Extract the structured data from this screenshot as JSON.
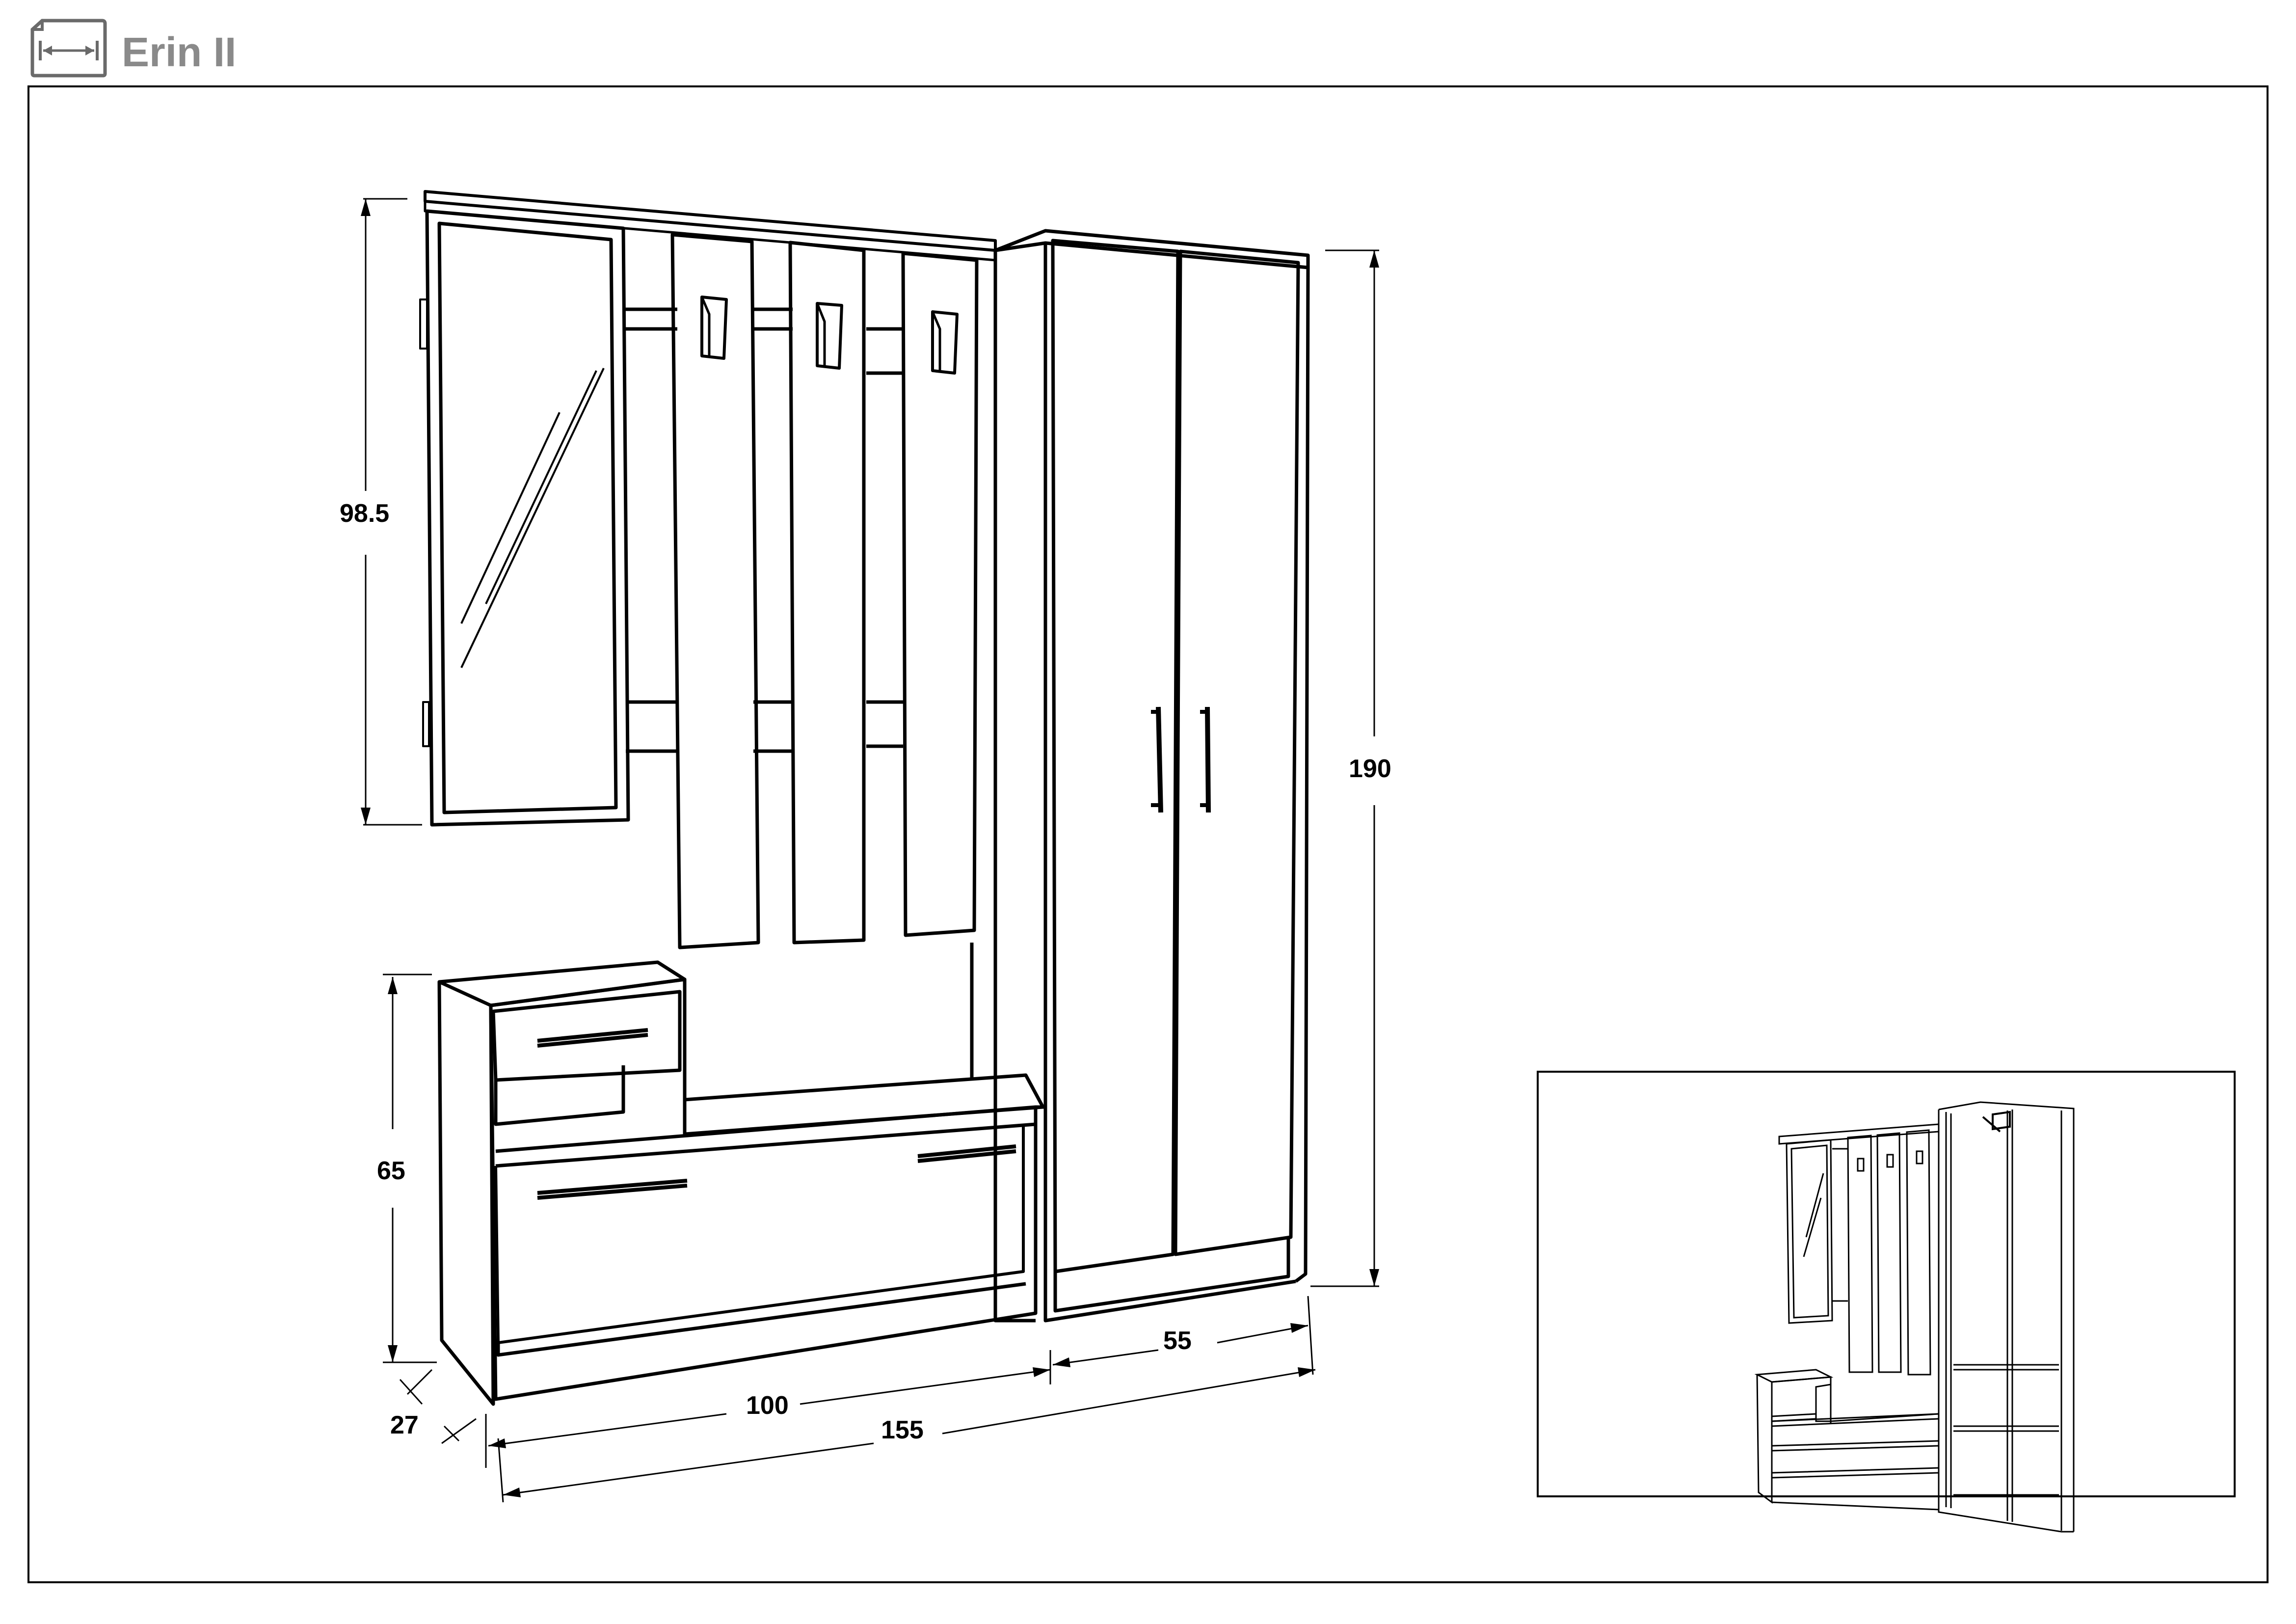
{
  "header": {
    "title": "Erin II",
    "icon": "dimensions-icon"
  },
  "dimensions": {
    "mirror_height": "98.5",
    "total_height": "190",
    "bench_height": "65",
    "depth": "27",
    "bench_width": "100",
    "wardrobe_width": "55",
    "total_width": "155"
  },
  "colors": {
    "line": "#000000",
    "title": "#8a8a8a",
    "background": "#ffffff"
  }
}
